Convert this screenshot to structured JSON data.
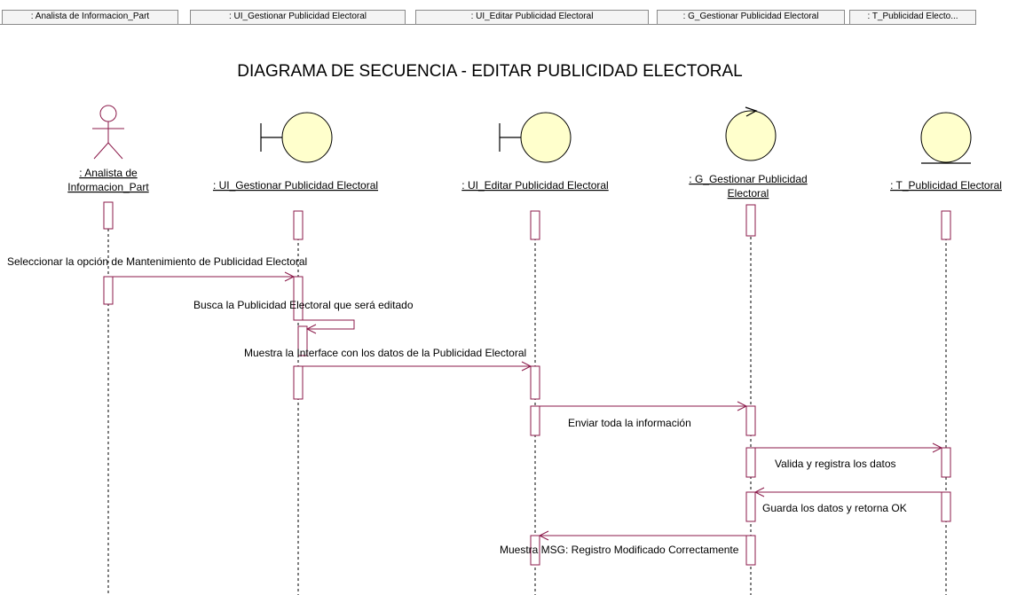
{
  "tabs": [
    ": Analista de Informacion_Part",
    ": UI_Gestionar Publicidad Electoral",
    ": UI_Editar Publicidad Electoral",
    ": G_Gestionar Publicidad Electoral",
    ": T_Publicidad Electo..."
  ],
  "diagram": {
    "title": "DIAGRAMA DE SECUENCIA - EDITAR PUBLICIDAD ELECTORAL",
    "participants": [
      {
        "type": "actor",
        "label_lines": [
          ": Analista de",
          "Informacion_Part"
        ]
      },
      {
        "type": "boundary",
        "label_lines": [
          ": UI_Gestionar Publicidad Electoral"
        ]
      },
      {
        "type": "boundary",
        "label_lines": [
          ": UI_Editar Publicidad Electoral"
        ]
      },
      {
        "type": "control",
        "label_lines": [
          ": G_Gestionar Publicidad",
          "Electoral"
        ]
      },
      {
        "type": "entity",
        "label_lines": [
          ": T_Publicidad Electoral"
        ]
      }
    ],
    "messages": [
      {
        "from": 0,
        "to": 1,
        "label": "Seleccionar la opción de Mantenimiento de Publicidad Electoral"
      },
      {
        "from": 1,
        "to": 1,
        "label": "Busca la Publicidad Electoral que será editado"
      },
      {
        "from": 1,
        "to": 2,
        "label": "Muestra la Interface con los datos de la Publicidad Electoral"
      },
      {
        "from": 2,
        "to": 3,
        "label": "Enviar toda la información"
      },
      {
        "from": 3,
        "to": 4,
        "label": "Valida y registra los datos"
      },
      {
        "from": 4,
        "to": 3,
        "label": "Guarda los datos y retorna OK"
      },
      {
        "from": 3,
        "to": 2,
        "label": "Muestra MSG: Registro Modificado Correctamente"
      }
    ],
    "colors": {
      "lifeline_box": "#8b1a4a",
      "message": "#8b1a4a",
      "icon_fill": "#ffffcc",
      "text": "#000000"
    }
  }
}
